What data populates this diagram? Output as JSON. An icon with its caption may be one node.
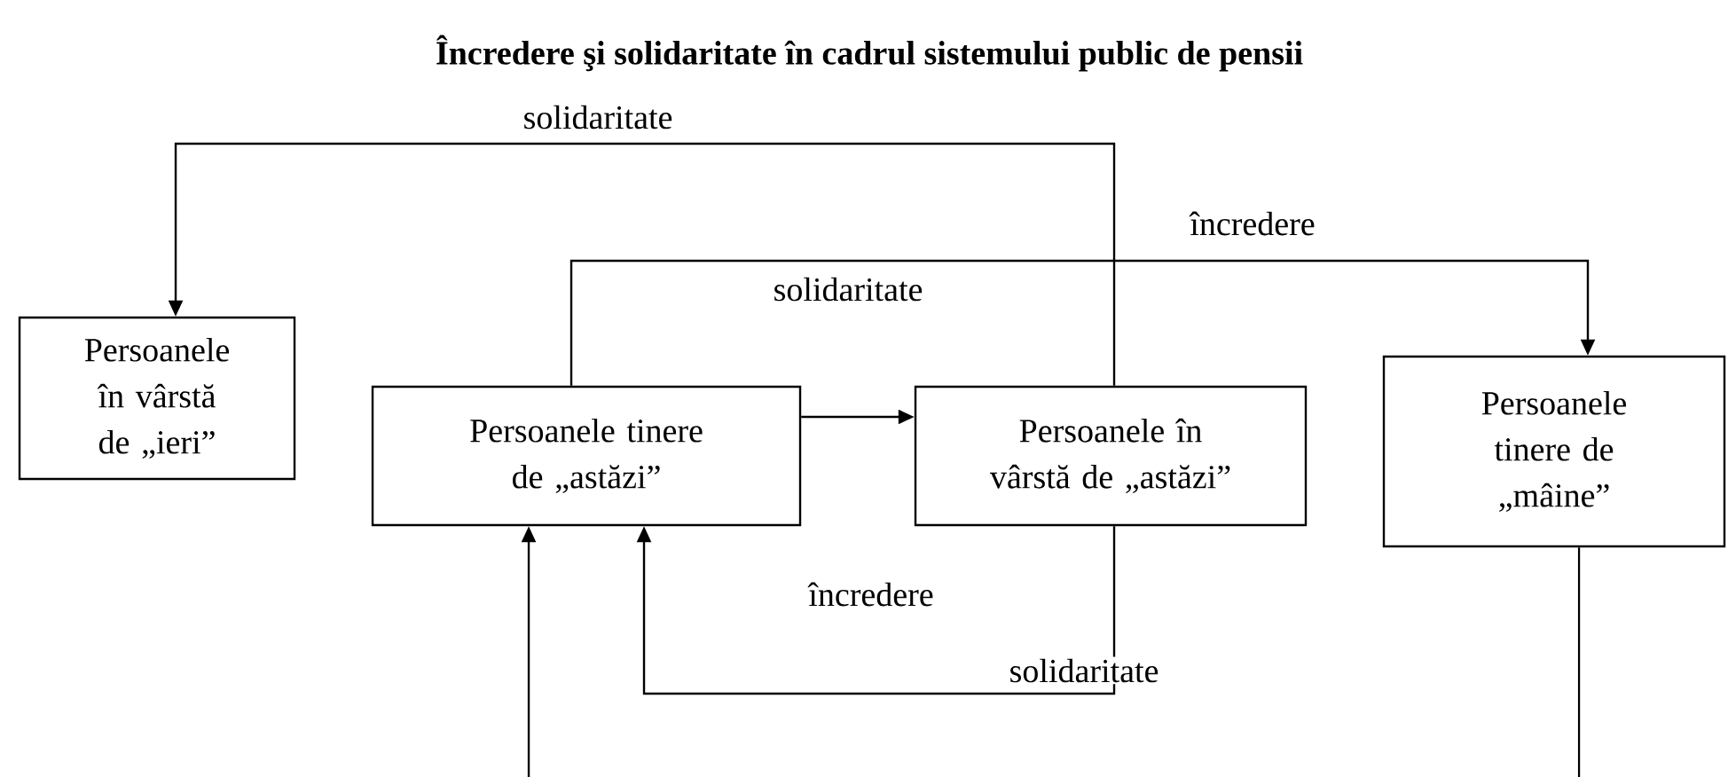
{
  "diagram": {
    "title": "Încredere şi solidaritate în cadrul sistemului public de pensii",
    "nodes": [
      {
        "text": [
          "Persoanele în vârstă de „ieri”"
        ]
      },
      {
        "text": [
          "Persoanele tinere de „astăzi”"
        ]
      },
      {
        "text": [
          "Persoanele în vârstă de „astăzi”"
        ]
      },
      {
        "text": [
          "Persoanele tinere de „mâine”"
        ]
      }
    ],
    "edges": [
      {
        "from": 2,
        "to": 0,
        "arrow": "to",
        "label": "solidaritate"
      },
      {
        "from": 1,
        "to": 3,
        "arrow": "to",
        "label": "încredere"
      },
      {
        "from": 1,
        "to": 2,
        "arrow": "to"
      },
      {
        "from": 2,
        "to": 1,
        "arrow": "to",
        "label": "solidaritate"
      },
      {
        "from": null,
        "to": 1,
        "arrow": "to"
      },
      {
        "from": 3,
        "to": null,
        "arrow": "none"
      }
    ],
    "labels": [
      "solidaritate",
      "încredere"
    ]
  }
}
